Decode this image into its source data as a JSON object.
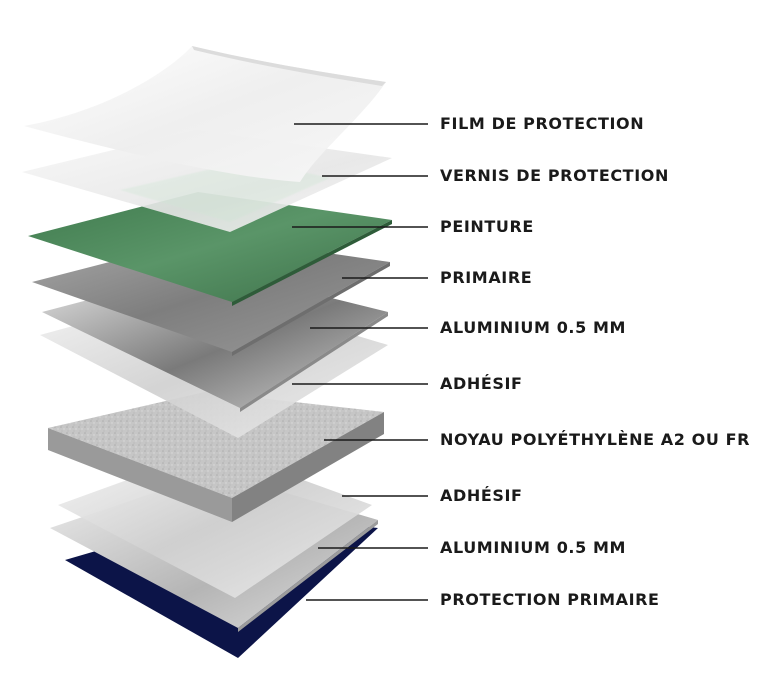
{
  "layers": [
    {
      "id": "film-de-protection",
      "label": "FILM DE PROTECTION"
    },
    {
      "id": "vernis-de-protection",
      "label": "VERNIS DE PROTECTION"
    },
    {
      "id": "peinture",
      "label": "PEINTURE"
    },
    {
      "id": "primaire",
      "label": "PRIMAIRE"
    },
    {
      "id": "aluminium-top",
      "label": "ALUMINIUM 0.5 MM"
    },
    {
      "id": "adhesif-top",
      "label": "ADHÉSIF"
    },
    {
      "id": "noyau",
      "label": "NOYAU POLYÉTHYLÈNE A2 OU FR"
    },
    {
      "id": "adhesif-bottom",
      "label": "ADHÉSIF"
    },
    {
      "id": "aluminium-bottom",
      "label": "ALUMINIUM 0.5 MM"
    },
    {
      "id": "protection-primaire",
      "label": "PROTECTION PRIMAIRE"
    }
  ],
  "colors": {
    "film": "#f2f2f2",
    "vernis": "#eeeeee",
    "peinture": "#4e8a5d",
    "primaire": "#8f8f8f",
    "aluminium": "#c9c9c9",
    "adhesif": "#d8d8d8",
    "noyau": "#bdbdbd",
    "protection_primaire": "#0c1448",
    "leader_line": "#1a1a1a",
    "label_text": "#1a1a1a"
  }
}
